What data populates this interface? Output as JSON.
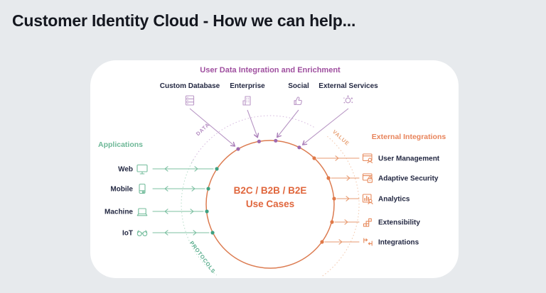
{
  "title": "Customer Identity Cloud - How we can help...",
  "colors": {
    "background": "#e7eaed",
    "card": "#ffffff",
    "title_text": "#14171f",
    "purple": "#9f4f9f",
    "purple_light": "#b795c4",
    "green": "#6db897",
    "green_accent": "#3fa181",
    "orange": "#e8835a",
    "orange_circle": "#dc7b50",
    "dark_text": "#232842"
  },
  "diagram": {
    "top": {
      "header": "User Data Integration and Enrichment",
      "items": [
        {
          "label": "Custom Database",
          "icon": "database-icon"
        },
        {
          "label": "Enterprise",
          "icon": "building-icon"
        },
        {
          "label": "Social",
          "icon": "thumbs-up-icon"
        },
        {
          "label": "External Services",
          "icon": "services-icon"
        }
      ]
    },
    "left": {
      "header": "Applications",
      "items": [
        {
          "label": "Web",
          "icon": "monitor-icon"
        },
        {
          "label": "Mobile",
          "icon": "smartphone-icon"
        },
        {
          "label": "Machine",
          "icon": "laptop-icon"
        },
        {
          "label": "IoT",
          "icon": "glasses-icon"
        }
      ]
    },
    "right": {
      "header": "External Integrations",
      "items": [
        {
          "label": "User Management",
          "icon": "user-window-icon"
        },
        {
          "label": "Adaptive Security",
          "icon": "security-lock-icon"
        },
        {
          "label": "Analytics",
          "icon": "analytics-icon"
        },
        {
          "label": "Extensibility",
          "icon": "blocks-icon"
        },
        {
          "label": "Integrations",
          "icon": "arrows-icon"
        }
      ]
    },
    "center": {
      "line1": "B2C / B2B / B2E",
      "line2": "Use Cases"
    },
    "arcs": {
      "data_label": "DATA",
      "value_label": "VALUE",
      "protocols_label": "PROTOCOLS"
    }
  }
}
